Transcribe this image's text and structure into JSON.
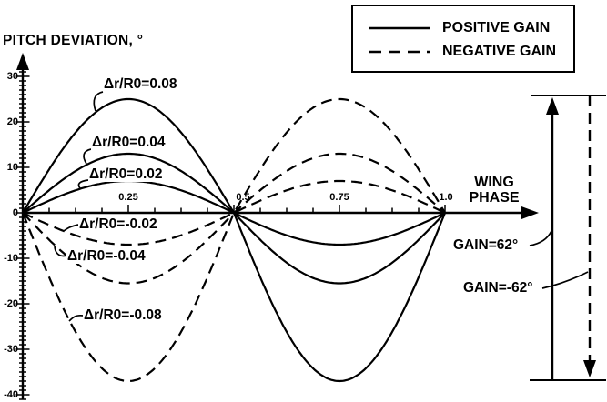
{
  "title": "PITCH DEVIATION, °",
  "legend": {
    "items": [
      {
        "label": "POSITIVE GAIN",
        "line_style": "solid"
      },
      {
        "label": "NEGATIVE GAIN",
        "line_style": "dashed"
      }
    ]
  },
  "x_axis": {
    "label": "WING PHASE",
    "label_lines": [
      "WING",
      "PHASE"
    ],
    "ticks": [
      {
        "label": "0.25",
        "value": 0.25
      },
      {
        "label": "0.5",
        "value": 0.5
      },
      {
        "label": "0.75",
        "value": 0.75
      },
      {
        "label": "1.0",
        "value": 1.0
      }
    ]
  },
  "y_axis": {
    "label": "PITCH DEVIATION, °",
    "ticks": [
      {
        "label": "30",
        "value": 30
      },
      {
        "label": "20",
        "value": 20
      },
      {
        "label": "10",
        "value": 10
      },
      {
        "label": "0",
        "value": 0
      },
      {
        "label": "-10",
        "value": -10
      },
      {
        "label": "-20",
        "value": -20
      },
      {
        "label": "-30",
        "value": -30
      },
      {
        "label": "-40",
        "value": -40
      }
    ]
  },
  "annotations": {
    "gain_positive": "GAIN=62°",
    "gain_negative": "GAIN=-62°"
  },
  "chart_data": {
    "type": "line",
    "xlabel": "WING PHASE",
    "ylabel": "PITCH DEVIATION, °",
    "xlim": [
      0,
      1
    ],
    "ylim": [
      -41,
      31
    ],
    "x_minor_tick_step": 0.0625,
    "y_minor_tick_step": 1,
    "grid": false,
    "legend_position": "top-right",
    "curve_shape": "half-sine arches passing through (0,0), (0.5,0), (1.0,0)",
    "series": [
      {
        "name": "Δr/R0=0.08",
        "gain": "positive",
        "style": "solid",
        "points": [
          [
            0,
            0
          ],
          [
            0.25,
            25
          ],
          [
            0.5,
            0
          ],
          [
            0.75,
            -37
          ],
          [
            1.0,
            0
          ]
        ]
      },
      {
        "name": "Δr/R0=0.04",
        "gain": "positive",
        "style": "solid",
        "points": [
          [
            0,
            0
          ],
          [
            0.25,
            13
          ],
          [
            0.5,
            0
          ],
          [
            0.75,
            -15.5
          ],
          [
            1.0,
            0
          ]
        ]
      },
      {
        "name": "Δr/R0=0.02",
        "gain": "positive",
        "style": "solid",
        "points": [
          [
            0,
            0
          ],
          [
            0.25,
            7
          ],
          [
            0.5,
            0
          ],
          [
            0.75,
            -7
          ],
          [
            1.0,
            0
          ]
        ]
      },
      {
        "name": "Δr/R0=-0.02",
        "gain": "negative",
        "style": "dashed",
        "points": [
          [
            0,
            0
          ],
          [
            0.25,
            -7
          ],
          [
            0.5,
            0
          ],
          [
            0.75,
            7
          ],
          [
            1.0,
            0
          ]
        ]
      },
      {
        "name": "Δr/R0=-0.04",
        "gain": "negative",
        "style": "dashed",
        "points": [
          [
            0,
            0
          ],
          [
            0.25,
            -15.5
          ],
          [
            0.5,
            0
          ],
          [
            0.75,
            13
          ],
          [
            1.0,
            0
          ]
        ]
      },
      {
        "name": "Δr/R0=-0.08",
        "gain": "negative",
        "style": "dashed",
        "points": [
          [
            0,
            0
          ],
          [
            0.25,
            -37
          ],
          [
            0.5,
            0
          ],
          [
            0.75,
            25
          ],
          [
            1.0,
            0
          ]
        ]
      }
    ]
  }
}
